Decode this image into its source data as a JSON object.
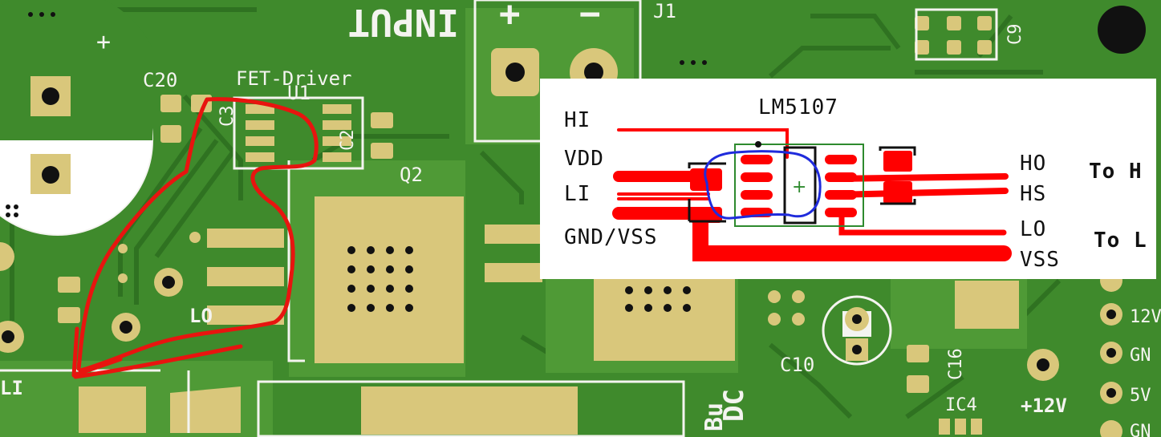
{
  "board": {
    "labels": {
      "input": "INPUT",
      "plus": "+",
      "minus": "−",
      "j1": "J1",
      "c20": "C20",
      "fet_driver": "FET-Driver",
      "u1": "U1",
      "c3": "C3",
      "c2": "C2",
      "q2": "Q2",
      "c9": "C9",
      "lo": "LO",
      "li": "LI",
      "c10": "C10",
      "c16": "C16",
      "ic4": "IC4",
      "plus12v": "+12V",
      "pin_12v": "12V",
      "pin_gn1": "GN",
      "pin_5v": "5V",
      "pin_gn2": "GN",
      "dc": "DC",
      "bu": "Bu"
    },
    "colors": {
      "board": "#3f8a2c",
      "copper": "#d9c77b",
      "silk": "#f4f4f0",
      "annotation": "#e8140f"
    }
  },
  "inset": {
    "chip": "LM5107",
    "left_pins": [
      "HI",
      "VDD",
      "LI",
      "GND/VSS"
    ],
    "right_pins": [
      "HO",
      "HS",
      "LO",
      "VSS"
    ],
    "notes": [
      "To H",
      "To L"
    ],
    "colors": {
      "trace": "#ff0000",
      "outline": "#1f2bdc",
      "footprint": "#2e8a2e"
    }
  }
}
